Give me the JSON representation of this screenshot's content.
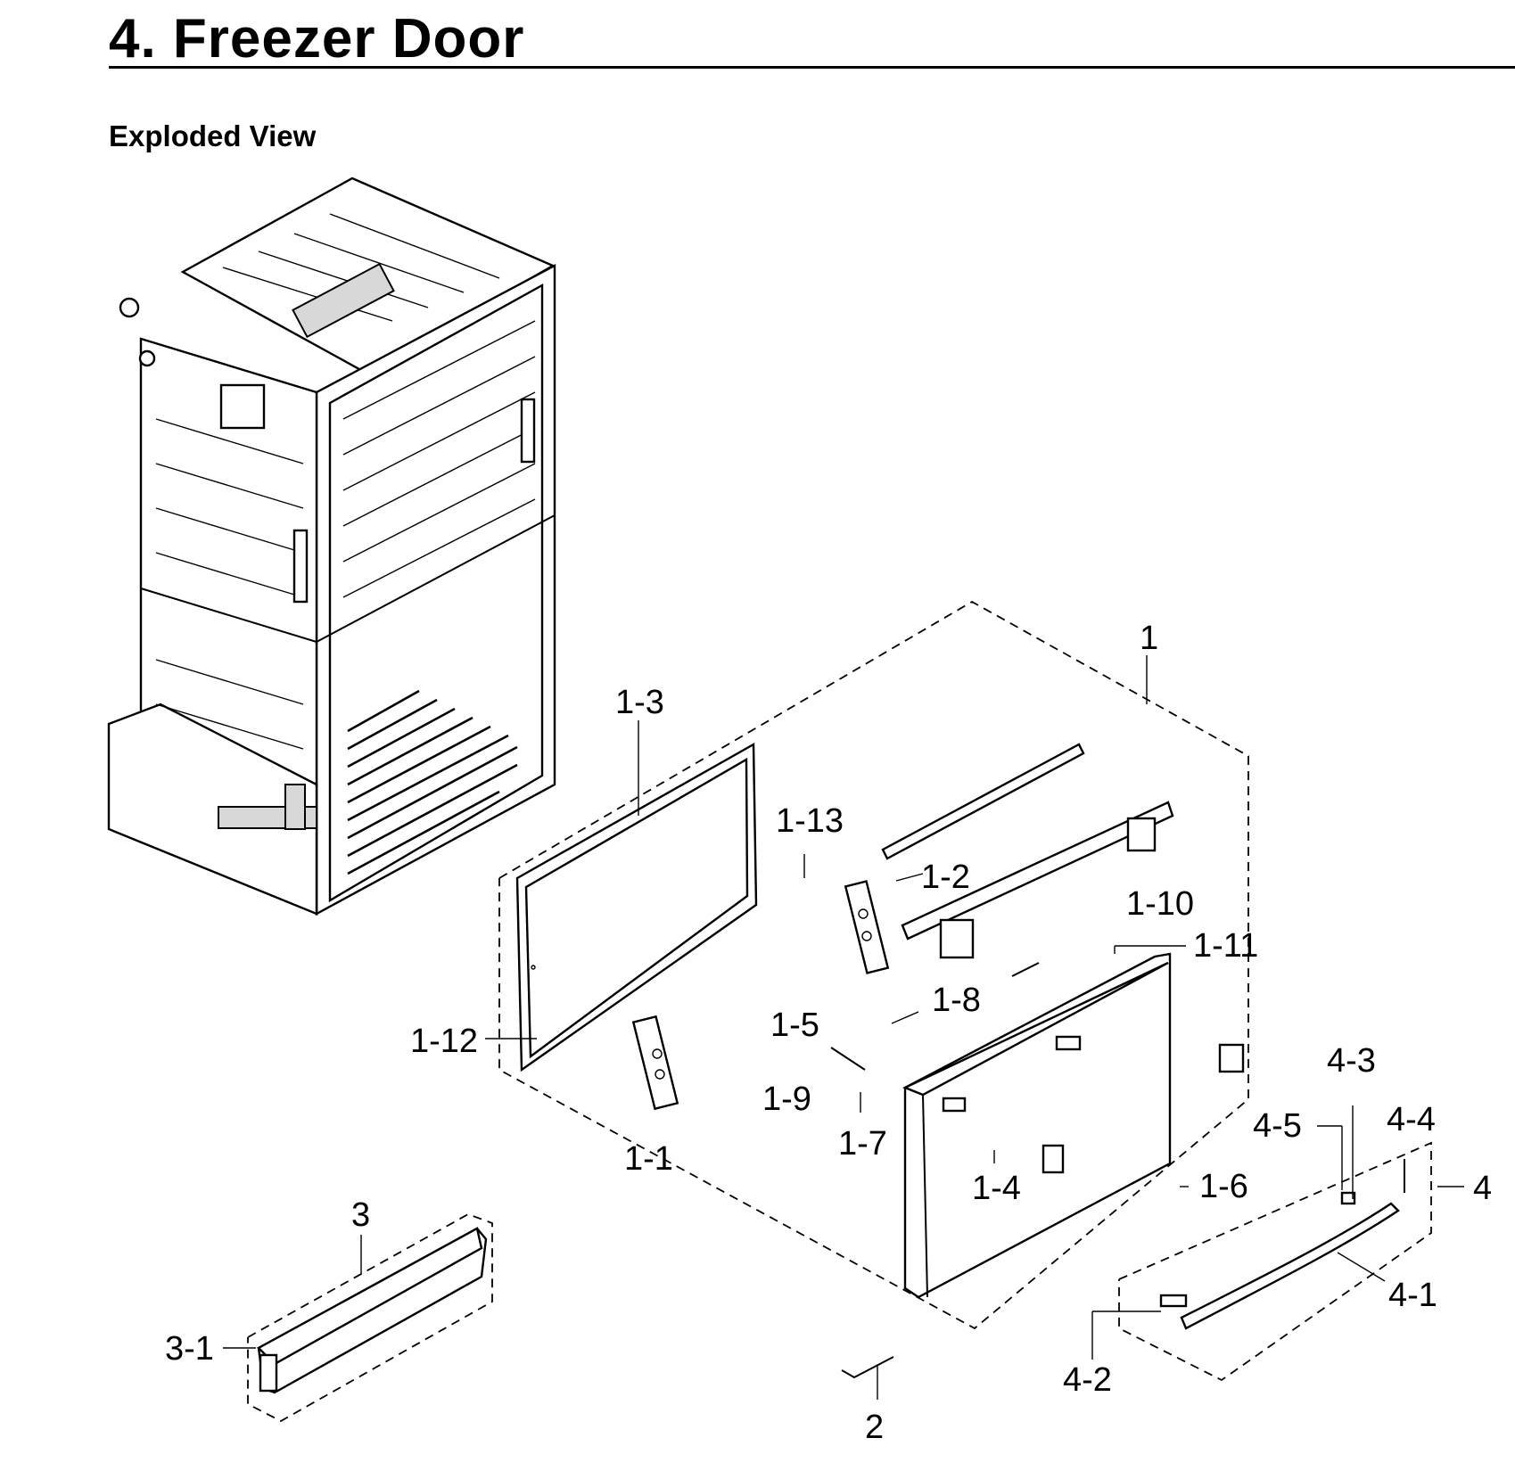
{
  "header": {
    "title": "4.  Freezer Door",
    "subtitle": "Exploded View"
  },
  "callouts": {
    "c1": "1",
    "c1_1": "1-1",
    "c1_2": "1-2",
    "c1_3": "1-3",
    "c1_4": "1-4",
    "c1_5": "1-5",
    "c1_6": "1-6",
    "c1_7": "1-7",
    "c1_8": "1-8",
    "c1_9": "1-9",
    "c1_10": "1-10",
    "c1_11": "1-11",
    "c1_12": "1-12",
    "c1_13": "1-13",
    "c2": "2",
    "c3": "3",
    "c3_1": "3-1",
    "c4": "4",
    "c4_1": "4-1",
    "c4_2": "4-2",
    "c4_3": "4-3",
    "c4_4": "4-4",
    "c4_5": "4-5"
  }
}
